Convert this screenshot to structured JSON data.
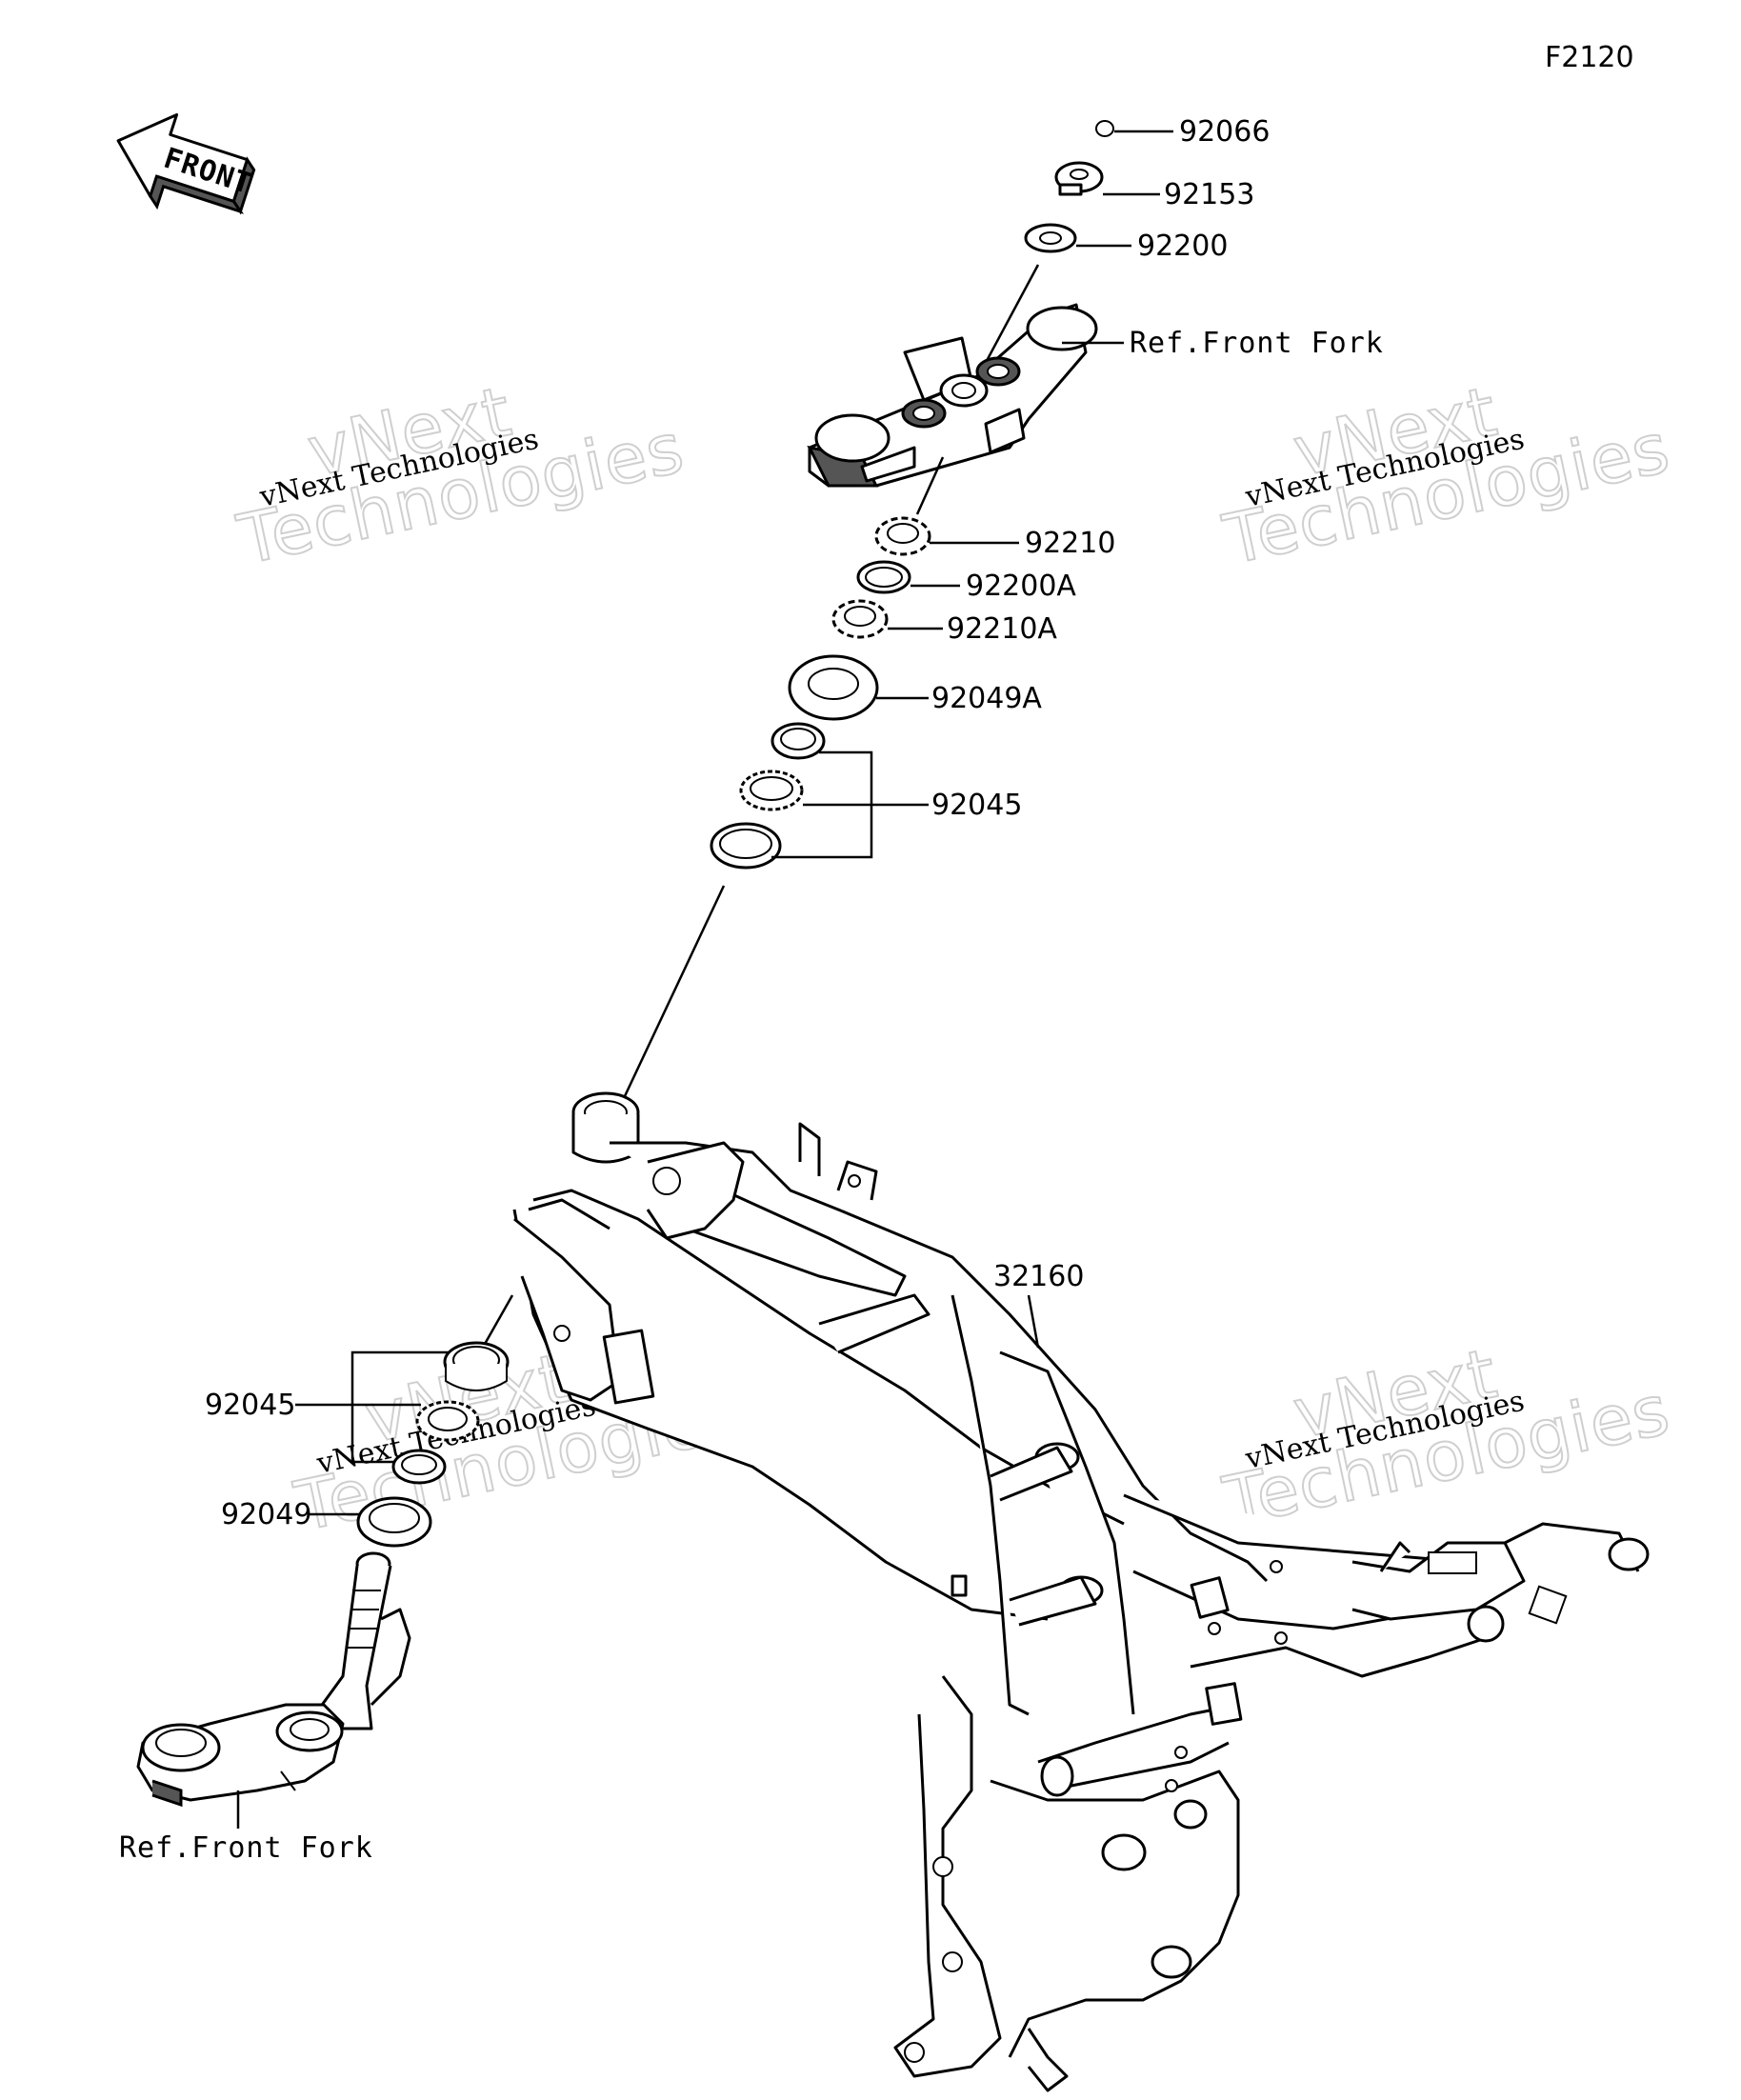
{
  "diagram_code": "F2120",
  "front_arrow_label": "FRONT",
  "watermark": {
    "line1": "vNext",
    "line2": "Technologies",
    "small": "vNext Technologies"
  },
  "callouts": {
    "p92066": "92066",
    "p92153": "92153",
    "p92200": "92200",
    "ref_front_fork_upper": "Ref.Front Fork",
    "p92210": "92210",
    "p92200A": "92200A",
    "p92210A": "92210A",
    "p92049A": "92049A",
    "p92045_upper": "92045",
    "p32160": "32160",
    "p92045_lower": "92045",
    "p92049": "92049",
    "ref_front_fork_lower": "Ref.Front Fork"
  }
}
